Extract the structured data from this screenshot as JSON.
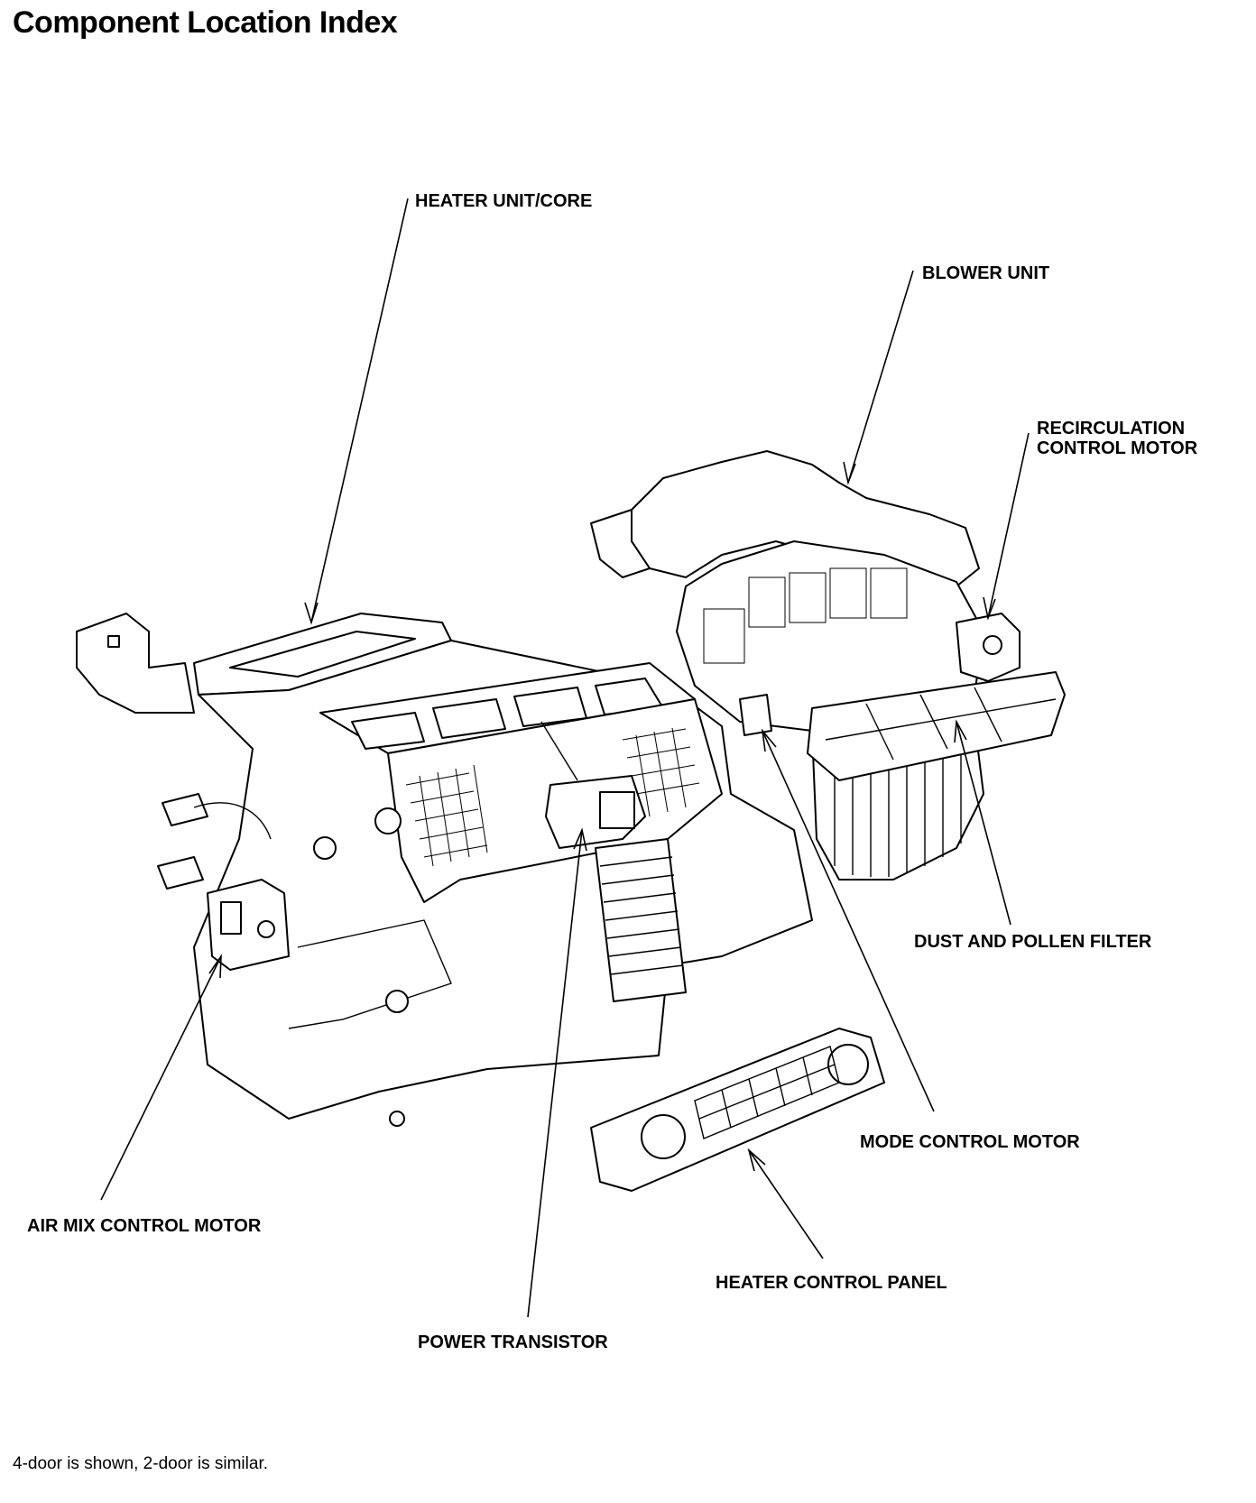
{
  "title": "Component Location Index",
  "labels": {
    "heater_unit_core": "HEATER UNIT/CORE",
    "blower_unit": "BLOWER UNIT",
    "recirculation_line1": "RECIRCULATION",
    "recirculation_line2": "CONTROL MOTOR",
    "dust_pollen_filter": "DUST AND POLLEN FILTER",
    "mode_control_motor": "MODE CONTROL MOTOR",
    "air_mix_control_motor": "AIR MIX CONTROL MOTOR",
    "heater_control_panel": "HEATER CONTROL PANEL",
    "power_transistor": "POWER TRANSISTOR"
  },
  "footnote": "4-door is shown, 2-door is similar."
}
